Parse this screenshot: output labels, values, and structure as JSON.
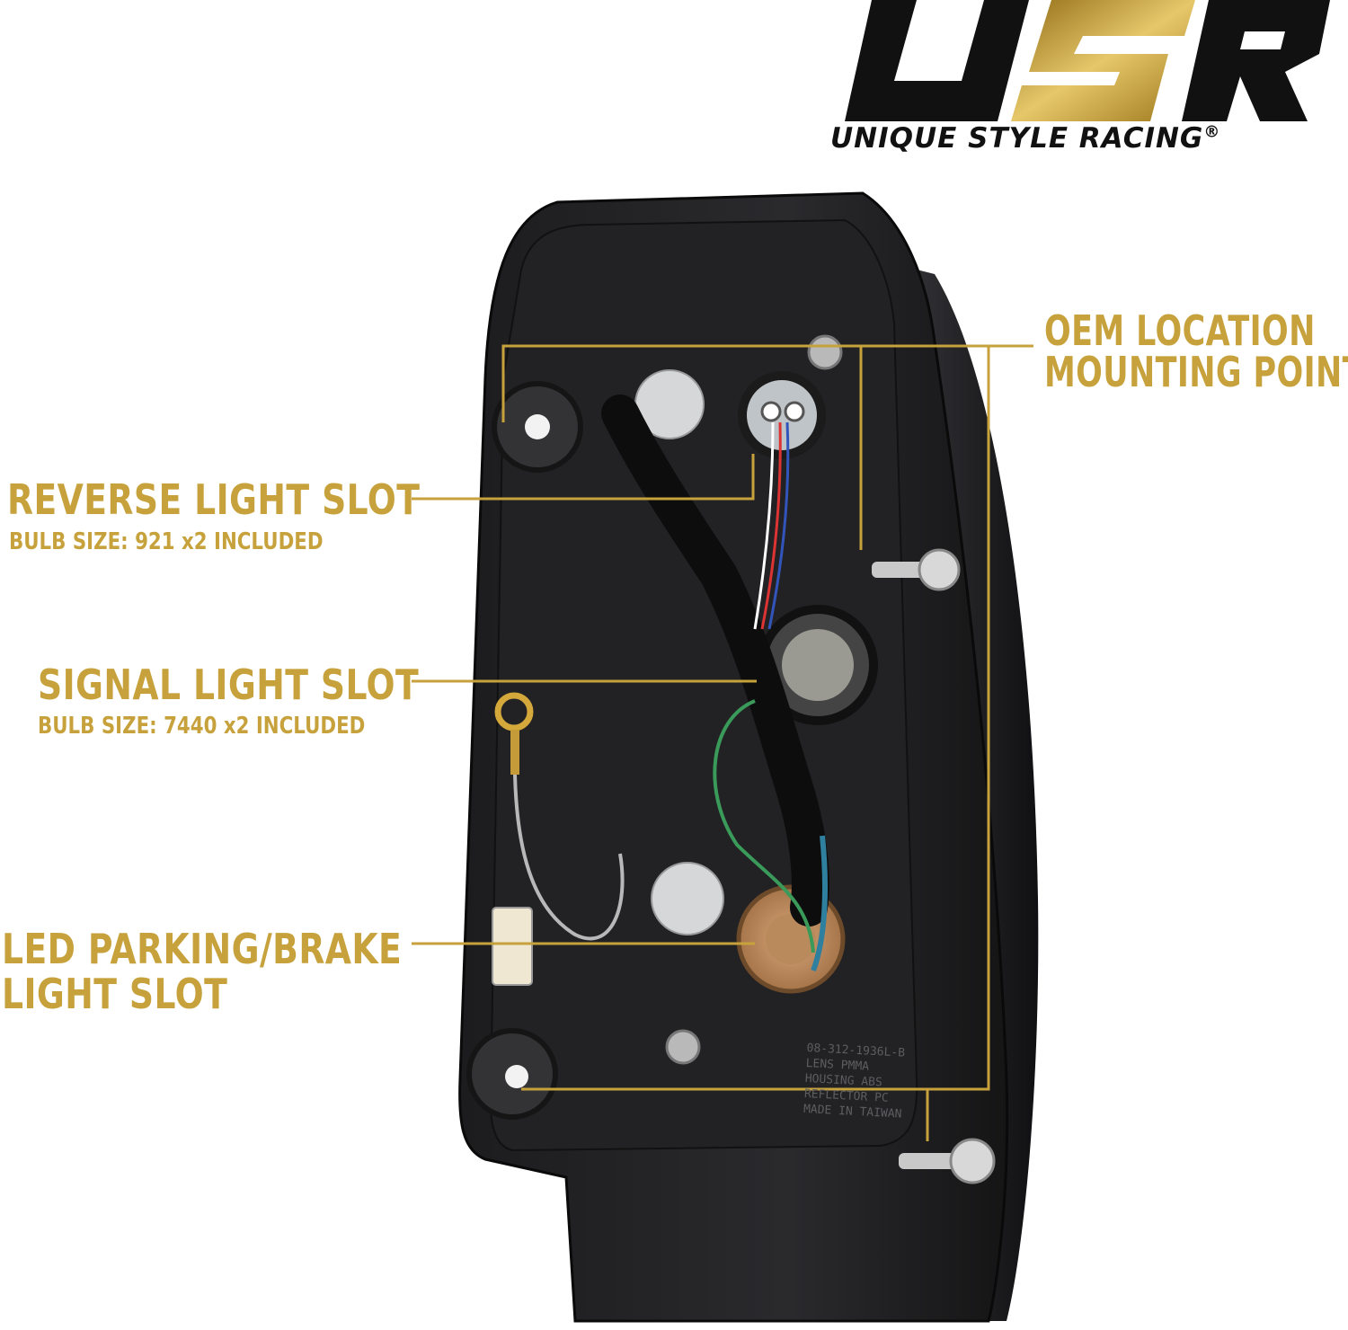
{
  "brand": {
    "logo_letters": "USR",
    "name": "UNIQUE STYLE RACING",
    "registered_mark": "®",
    "colors": {
      "gold": "#c7a23c",
      "black": "#111111"
    }
  },
  "callouts": {
    "oem": {
      "line1": "OEM LOCATION",
      "line2": "MOUNTING POINTS"
    },
    "reverse": {
      "title": "REVERSE LIGHT SLOT",
      "subtitle": "BULB SIZE: 921 x2 INCLUDED"
    },
    "signal": {
      "title": "SIGNAL LIGHT SLOT",
      "subtitle": "BULB SIZE: 7440 x2 INCLUDED"
    },
    "led": {
      "line1": "LED PARKING/BRAKE",
      "line2": "LIGHT SLOT"
    }
  },
  "housing_markings": {
    "part_number": "08-312-1936L-B",
    "lens": "LENS PMMA",
    "housing": "HOUSING ABS",
    "reflector": "REFLECTOR PC",
    "origin": "MADE IN TAIWAN"
  }
}
